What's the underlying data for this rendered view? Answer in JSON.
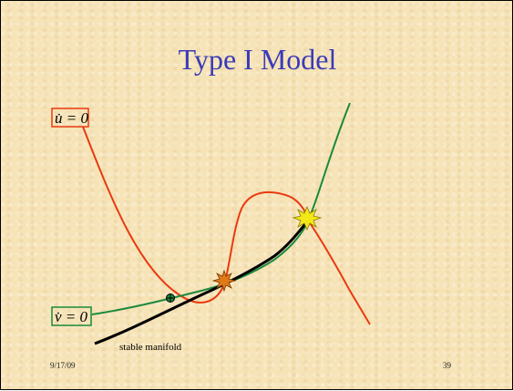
{
  "title": "Type I Model",
  "labels": {
    "u_nullcline": "u̇ = 0",
    "v_nullcline": "v̇ = 0",
    "stable_manifold": "stable manifold"
  },
  "footer": {
    "date": "9/17/09",
    "page_number": "39"
  },
  "colors": {
    "title": "#3b3bb8",
    "u_nullcline": "#ea3a10",
    "v_nullcline": "#1a8a3c",
    "stable_manifold": "#000000",
    "saddle_node_point": "#e07a18",
    "saddle_point": "#f2e818"
  }
}
